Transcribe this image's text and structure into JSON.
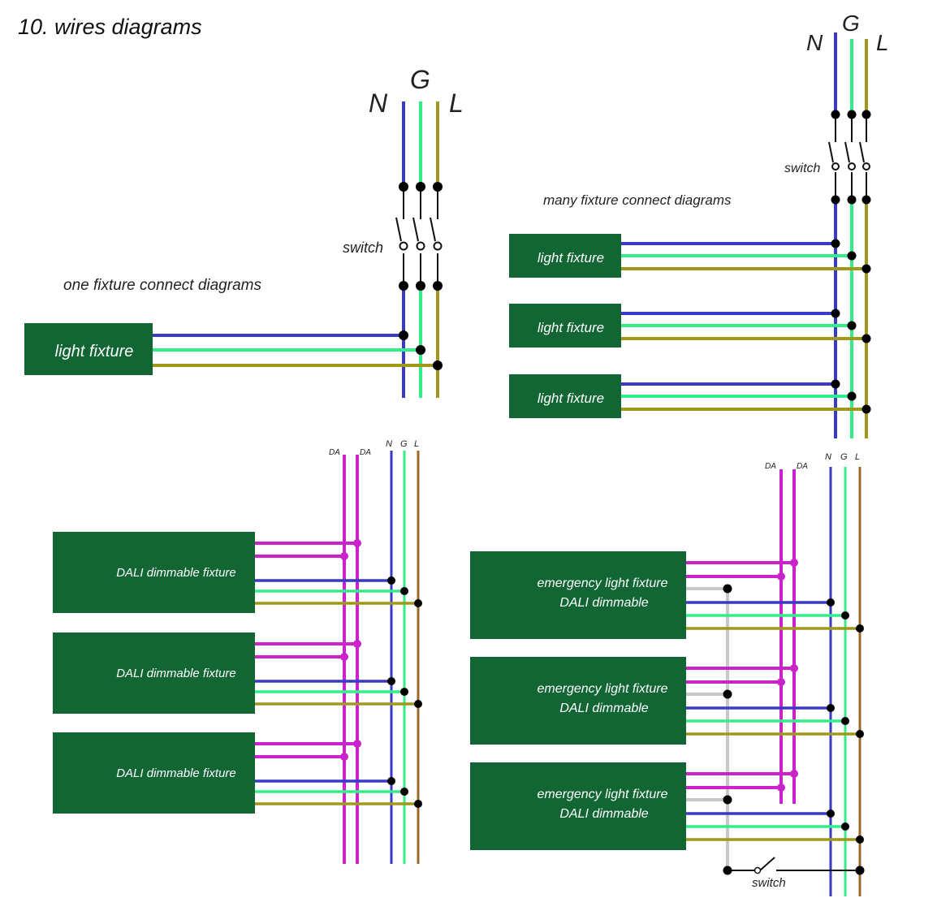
{
  "title": "10. wires diagrams",
  "colors": {
    "neutral": "#3a3ac8",
    "ground": "#33ee88",
    "live": "#a09818",
    "live_dali": "#9a6a20",
    "dali": "#cc22cc",
    "switched": "#c8c8c8",
    "fixture_fill": "#116633",
    "dot": "#000000"
  },
  "labels": {
    "N": "N",
    "G": "G",
    "L": "L",
    "DA": "DA",
    "switch": "switch",
    "light_fixture": "light fixture",
    "dali_fixture": "DALI dimmable fixture",
    "emergency_line1": "emergency  light fixture",
    "emergency_line2": "DALI  dimmable"
  },
  "diagrams": {
    "one_fixture": {
      "caption": "one fixture connect diagrams"
    },
    "many_fixture": {
      "caption": "many  fixture connect diagrams"
    }
  }
}
